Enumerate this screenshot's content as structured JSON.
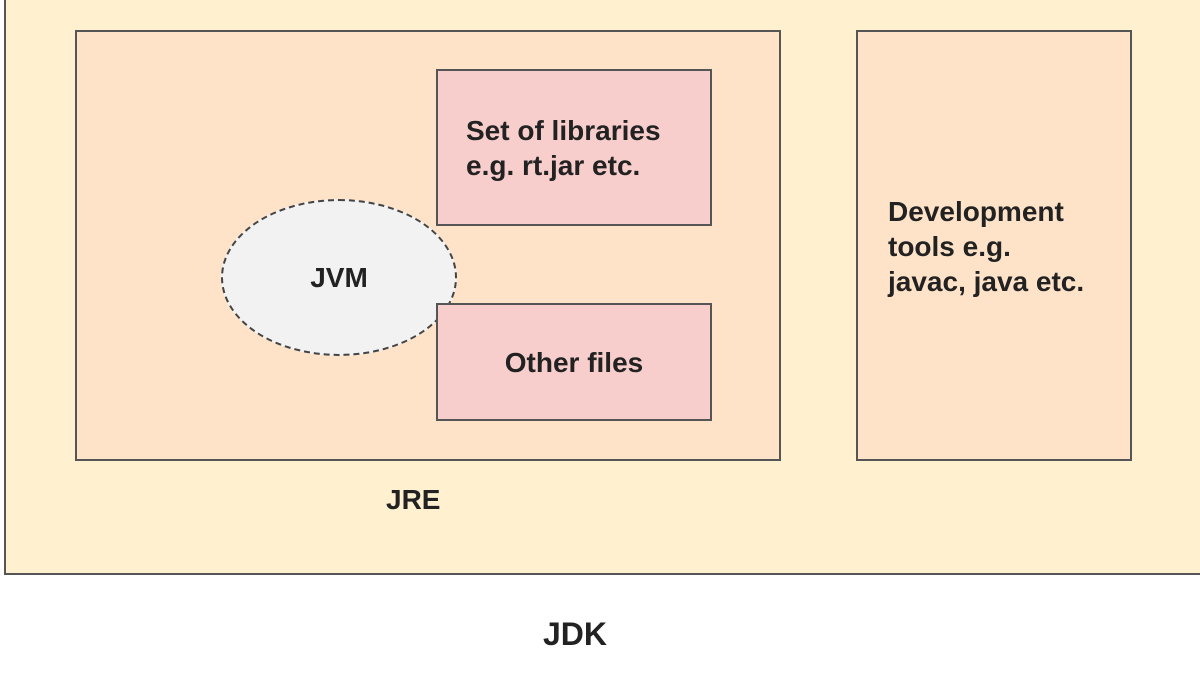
{
  "diagram": {
    "jdk": {
      "label": "JDK"
    },
    "jre": {
      "label": "JRE"
    },
    "jvm": {
      "label": "JVM"
    },
    "libraries": {
      "label": "Set of libraries\ne.g. rt.jar etc."
    },
    "other_files": {
      "label": "Other files"
    },
    "dev_tools": {
      "label": "Development\ntools e.g.\njavac, java etc."
    }
  },
  "colors": {
    "jdk_fill": "#FFF1D0",
    "jre_fill": "#FFE3C9",
    "jvm_fill": "#F2F2F2",
    "component_fill": "#F8CECC",
    "border": "#555555"
  }
}
